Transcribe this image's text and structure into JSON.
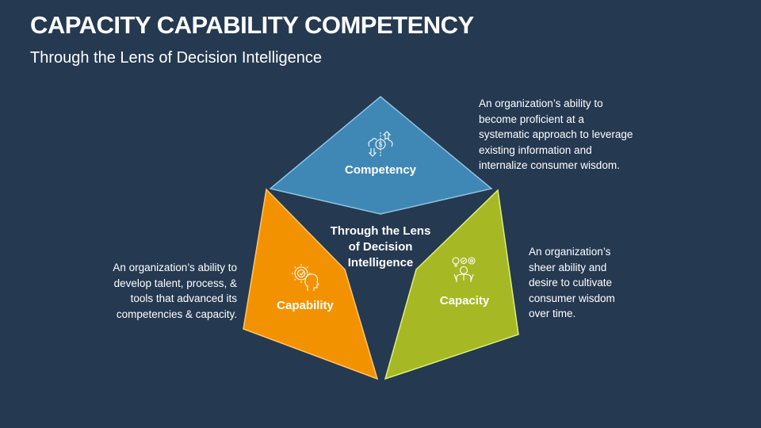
{
  "header": {
    "title": "CAPACITY CAPABILITY COMPETENCY",
    "subtitle": "Through the Lens of Decision Intelligence"
  },
  "diagram": {
    "center_label_lines": [
      "Through the Lens",
      "of Decision",
      "Intelligence"
    ],
    "segments": [
      {
        "id": "competency",
        "label": "Competency",
        "icon": "money-exchange-icon",
        "color": "#3F88B5",
        "border_color": "#8FC3E0",
        "description_lines": [
          "An organization’s ability to",
          "become proficient at a",
          "systematic approach to leverage",
          "existing information and",
          "internalize consumer wisdom."
        ]
      },
      {
        "id": "capability",
        "label": "Capability",
        "icon": "gear-head-icon",
        "color": "#F39200",
        "border_color": "#FFC469",
        "description_lines": [
          "An organization’s ability to",
          "develop talent, process, &",
          "tools that advanced its",
          "competencies & capacity."
        ]
      },
      {
        "id": "capacity",
        "label": "Capacity",
        "icon": "person-ideas-icon",
        "color": "#A6B823",
        "border_color": "#E0EE80",
        "description_lines": [
          "An organization’s",
          "sheer ability and",
          "desire to cultivate",
          "consumer wisdom",
          "over time."
        ]
      }
    ]
  }
}
